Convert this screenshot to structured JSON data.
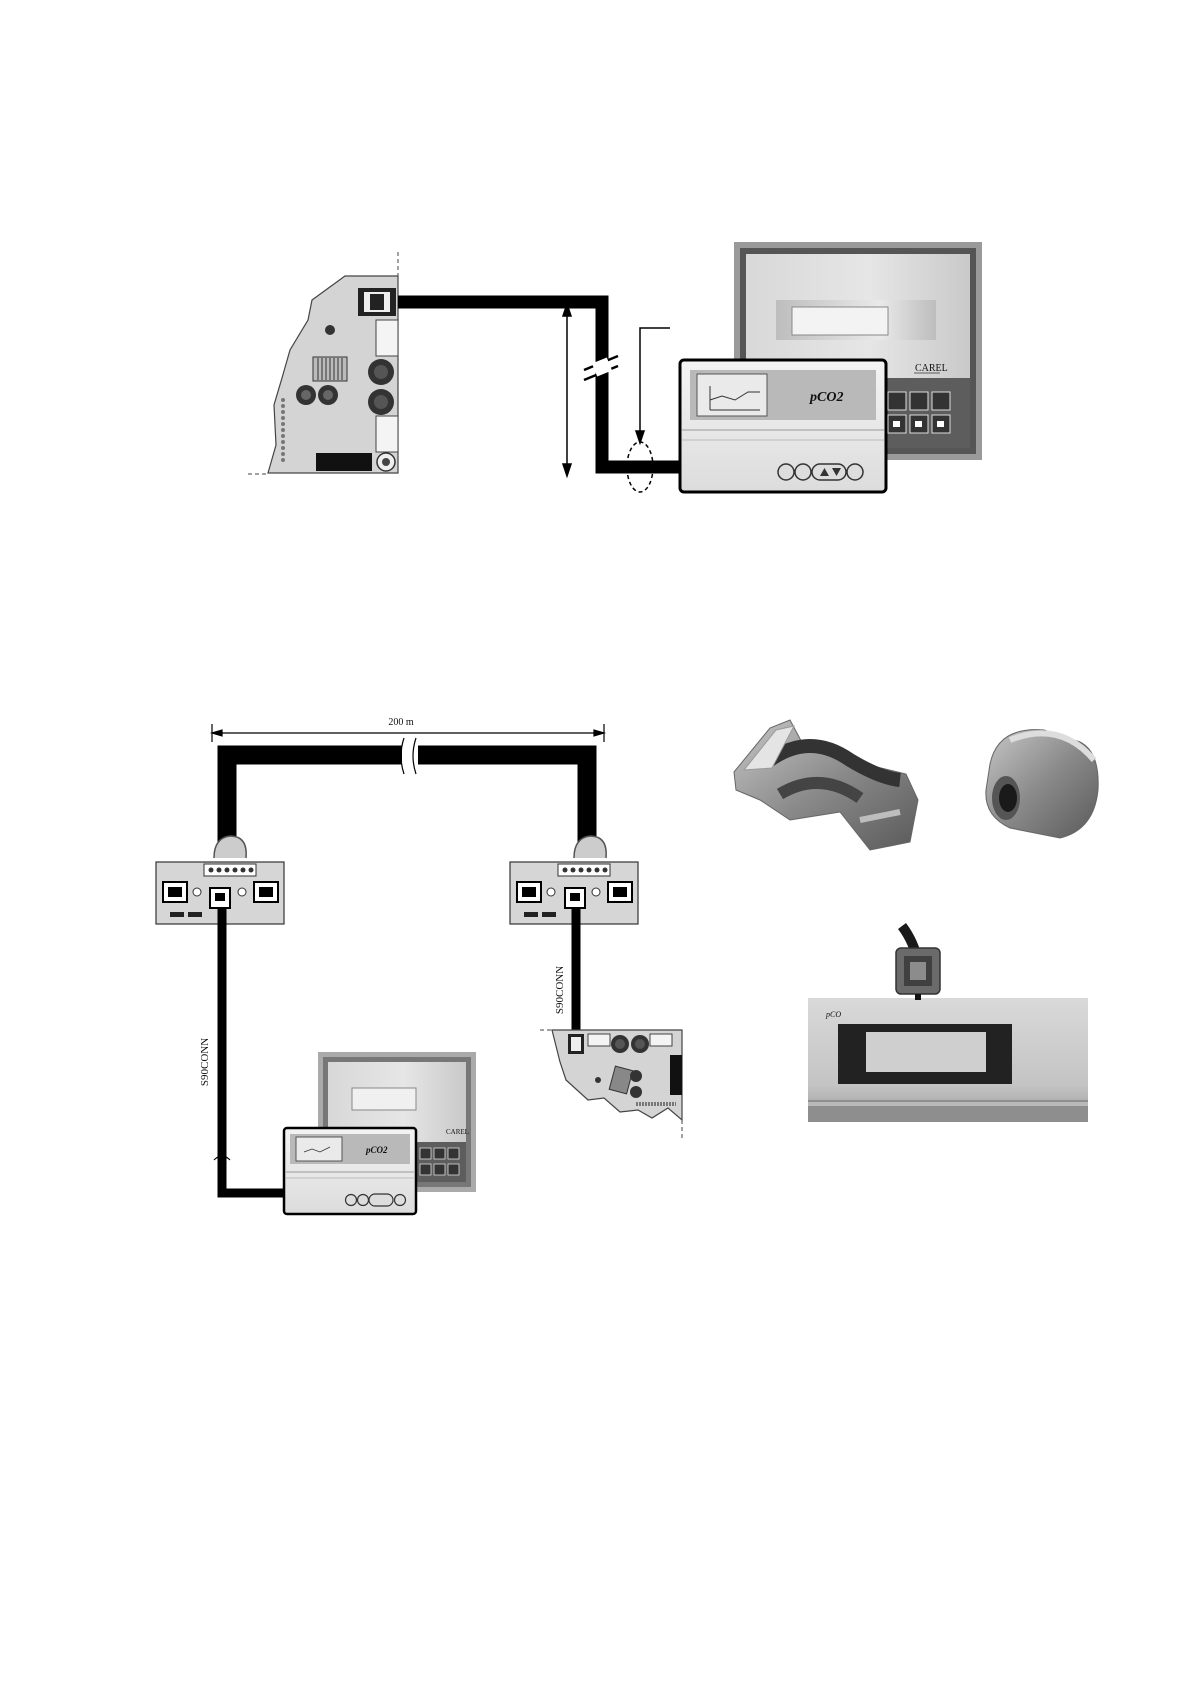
{
  "figure1": {
    "terminal_brand": "pCO2",
    "panel_brand": "CAREL"
  },
  "figure2": {
    "distance_label": "200 m",
    "cable_label_left": "S90CONN",
    "cable_label_right": "S90CONN",
    "terminal_brand": "pCO2",
    "panel_brand": "CAREL"
  },
  "photos": {
    "terminal_brand": "pCO"
  }
}
